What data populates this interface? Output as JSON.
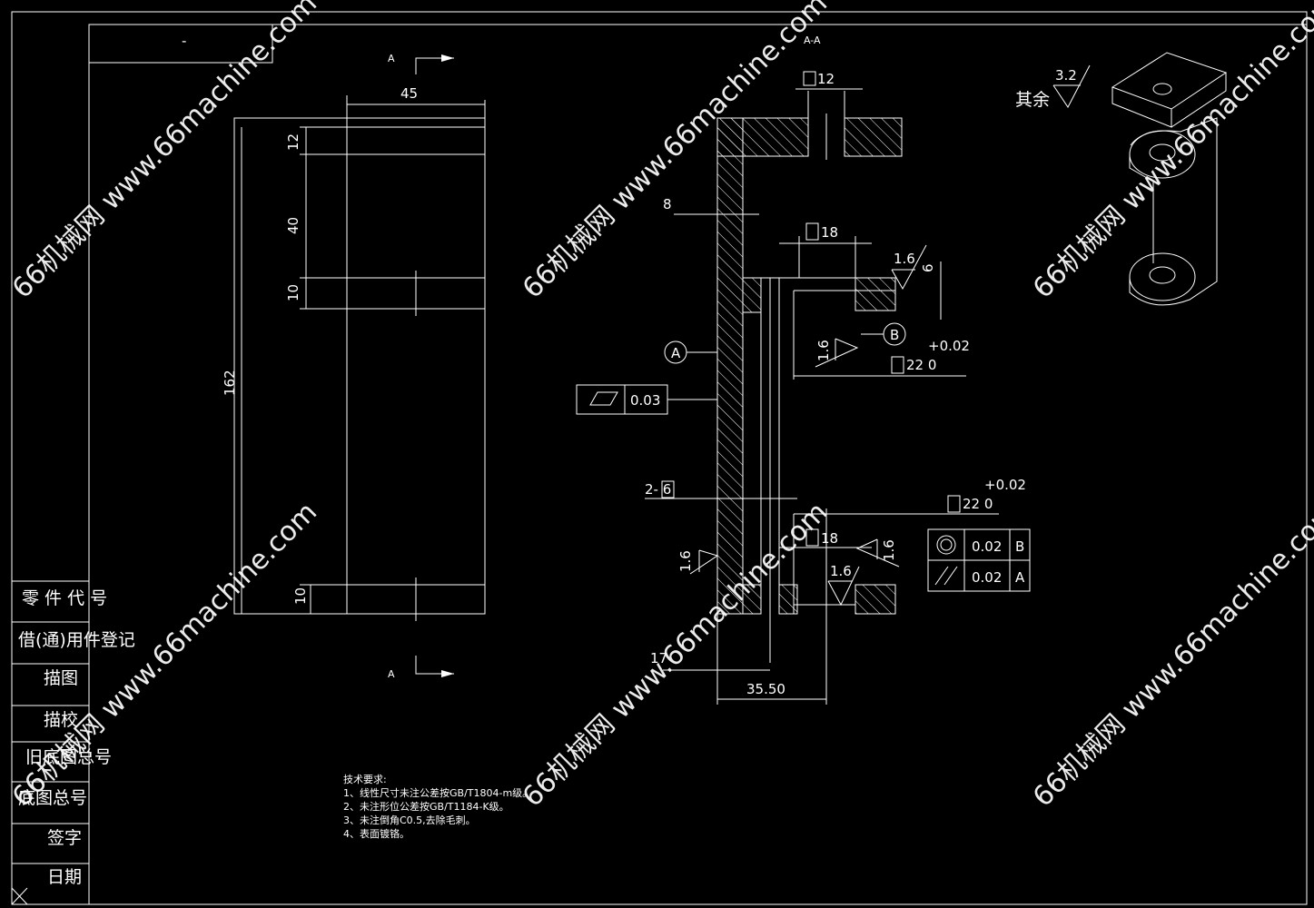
{
  "title_box": {
    "mark": "-"
  },
  "side_titleblock": [
    "零 件 代 号",
    "借(通)用件登记",
    "描图",
    "描校",
    "旧底图总号",
    "底图总号",
    "签字",
    "日期"
  ],
  "front_view": {
    "section_mark_top": "A",
    "section_mark_bottom": "A",
    "dims": {
      "width": "45",
      "height": "162",
      "d12": "12",
      "d40": "40",
      "d10a": "10",
      "d10b": "10"
    }
  },
  "section_view": {
    "title": "A-A",
    "dims": {
      "sq12": "12",
      "t8": "8",
      "sq18_top": "18",
      "sq18_bot": "18",
      "sq22_a": "22  0",
      "tol_a": "+0.02",
      "sq22_b": "22  0",
      "tol_b": "+0.02",
      "t6": "6",
      "hole": "2-  6",
      "d17": "17",
      "d3550": "35.50"
    },
    "roughness": {
      "r1": "1.6",
      "r2": "1.6",
      "r3": "1.6",
      "r4": "1.6",
      "r5": "1.6"
    },
    "datum_a": "A",
    "datum_b": "B",
    "flatness": "0.03",
    "fcf_rows": [
      {
        "tol": "0.02",
        "datum": "B"
      },
      {
        "tol": "0.02",
        "datum": "A"
      }
    ]
  },
  "other_roughness": {
    "label": "其余",
    "value": "3.2"
  },
  "tech_requirements": [
    "技术要求:",
    "1、线性尺寸未注公差按GB/T1804-m级。",
    "2、未注形位公差按GB/T1184-K级。",
    "3、未注倒角C0.5,去除毛刺。",
    "4、表面镀铬。"
  ],
  "watermarks": [
    "66机械网 www.66machine.com"
  ]
}
